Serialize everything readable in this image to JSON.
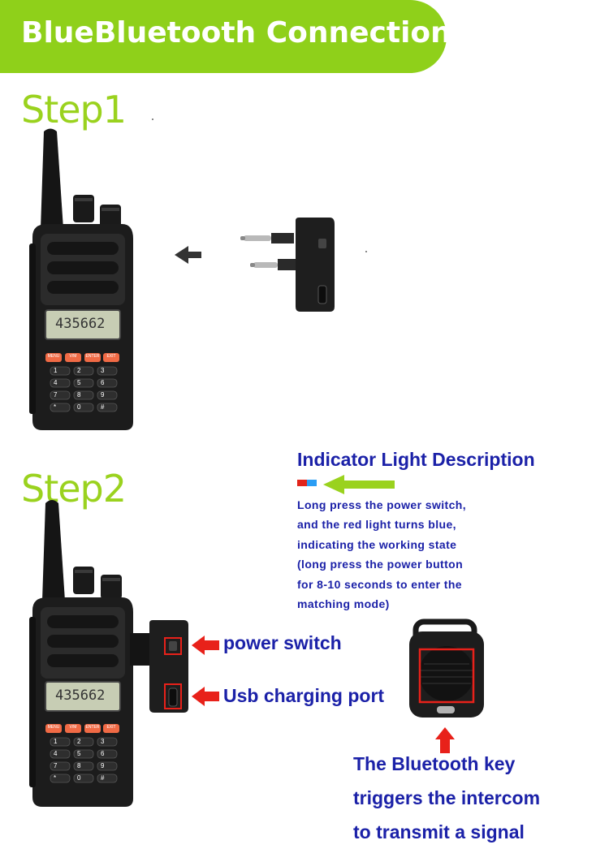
{
  "header": {
    "title": "BlueBluetooth Connection"
  },
  "steps": [
    {
      "label": "Step1"
    },
    {
      "label": "Step2"
    }
  ],
  "radio": {
    "display_text": "435662"
  },
  "keypad": {
    "function_keys": [
      "MENU",
      "V/M",
      "ENTER",
      "EXIT"
    ],
    "keys": [
      "1",
      "2",
      "3",
      "4",
      "5",
      "6",
      "7",
      "8",
      "9",
      "*",
      "0",
      "#"
    ]
  },
  "indicator": {
    "title": "Indicator Light Description",
    "description_lines": [
      "Long press the power switch,",
      " and the red light turns blue,",
      " indicating the working state",
      "(long press the power button",
      "for 8-10 seconds to enter the",
      "matching mode)"
    ],
    "light_colors": {
      "red": "#e2241a",
      "blue": "#2a9df4"
    }
  },
  "labels": {
    "power_switch": "power switch",
    "usb_port": "Usb charging port"
  },
  "bluetooth_key": {
    "lines": [
      "The Bluetooth key",
      " triggers the intercom",
      "to transmit a signal"
    ]
  },
  "colors": {
    "accent_green": "#8fd01a",
    "step_green": "#9ad21e",
    "text_blue": "#1b21a8",
    "marker_red": "#e8211a"
  }
}
